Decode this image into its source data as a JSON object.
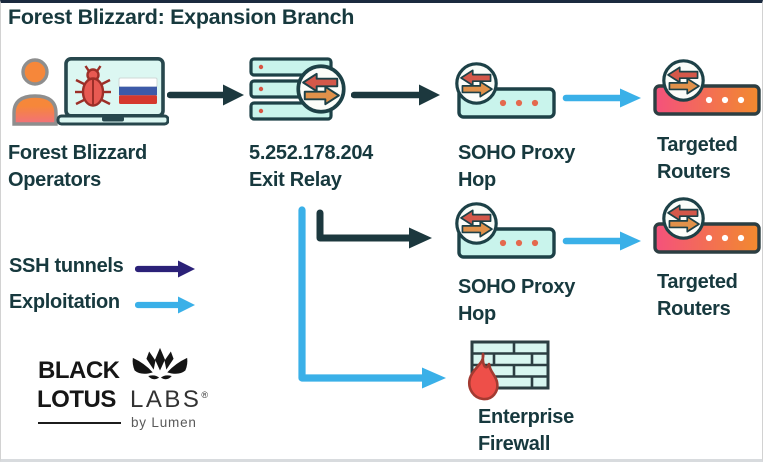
{
  "title": "Forest Blizzard: Expansion Branch",
  "nodes": {
    "operators": {
      "line1": "Forest Blizzard",
      "line2": "Operators"
    },
    "exit_relay": {
      "line1": "5.252.178.204",
      "line2": "Exit Relay"
    },
    "soho_proxy_1": {
      "line1": "SOHO Proxy",
      "line2": "Hop"
    },
    "targeted_routers_1": {
      "line1": "Targeted",
      "line2": "Routers"
    },
    "soho_proxy_2": {
      "line1": "SOHO Proxy",
      "line2": "Hop"
    },
    "targeted_routers_2": {
      "line1": "Targeted",
      "line2": "Routers"
    },
    "enterprise_firewall": {
      "line1": "Enterprise",
      "line2": "Firewall"
    }
  },
  "legend": {
    "ssh_tunnels": {
      "label": "SSH tunnels",
      "arrow_color": "#2b2178"
    },
    "exploitation": {
      "label": "Exploitation",
      "arrow_color": "#3ab0e8"
    }
  },
  "logo": {
    "word1": "BLACK",
    "word2": "LOTUS",
    "word3": "LABS",
    "registered": "®",
    "byline": "by Lumen"
  },
  "palette": {
    "text_dark_teal": "#17393e",
    "diagram_dark_arrow": "#1c383e",
    "exploitation_blue": "#3ab0e8",
    "legend_ssh_indigo": "#2b2178",
    "device_mint_fill": "#c9f4ec",
    "device_outline": "#1d4147",
    "targeted_router_pink": "#f4517c",
    "targeted_router_orange": "#f28a2e",
    "transfer_arrow_red": "#d4584a",
    "transfer_arrow_orange": "#e0914a",
    "flame_red": "#ee4f49",
    "operator_orange": "#f6873a",
    "operator_pink": "#f2707c"
  }
}
